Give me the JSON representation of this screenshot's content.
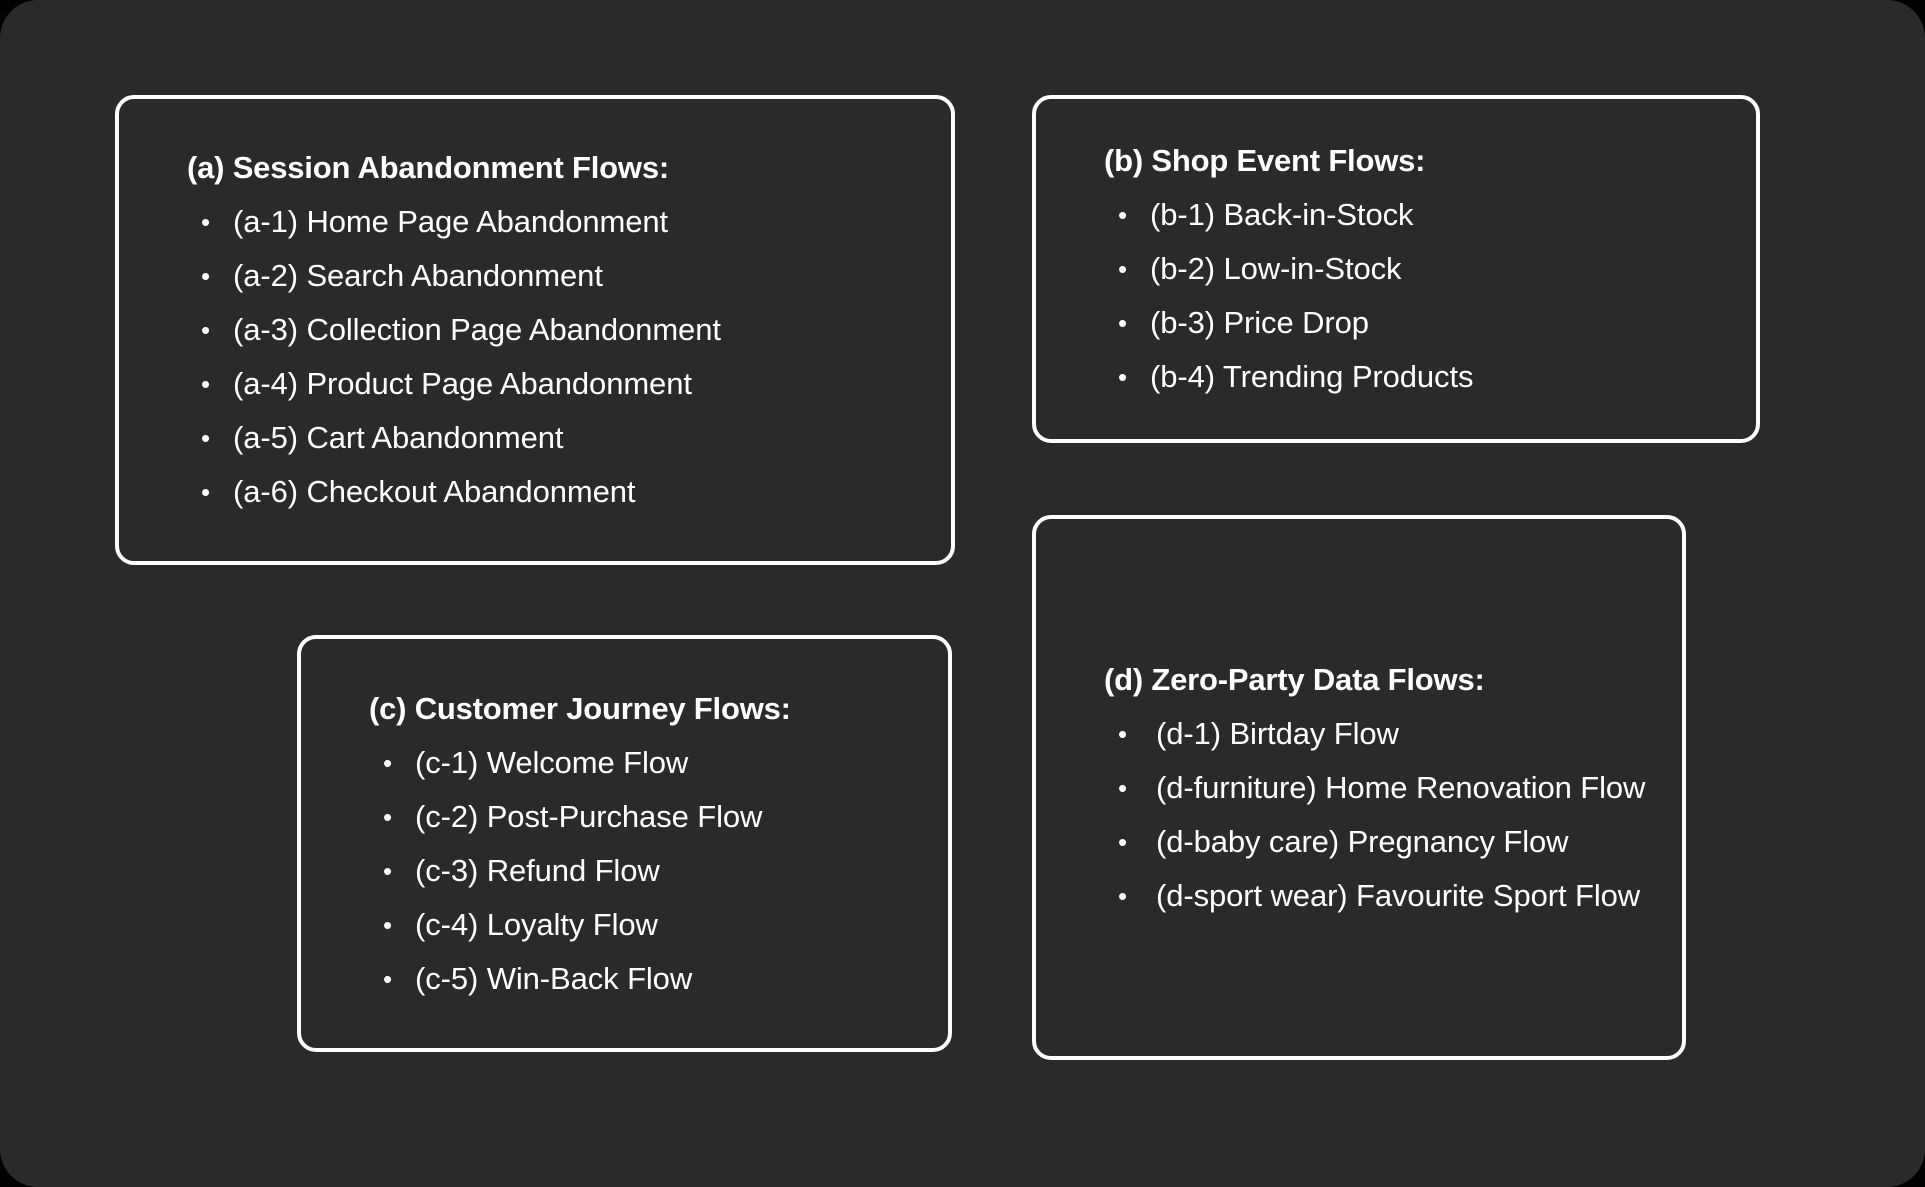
{
  "canvas": {
    "background_color": "#2a2a2a",
    "border_color": "#ffffff",
    "text_color": "#ffffff"
  },
  "panels": [
    {
      "id": "a",
      "title": "(a) Session Abandonment Flows:",
      "items": [
        "(a-1) Home Page Abandonment",
        "(a-2) Search Abandonment",
        "(a-3) Collection Page Abandonment",
        "(a-4) Product Page Abandonment",
        "(a-5) Cart Abandonment",
        "(a-6) Checkout Abandonment"
      ]
    },
    {
      "id": "b",
      "title": "(b) Shop Event Flows:",
      "items": [
        "(b-1) Back-in-Stock",
        "(b-2) Low-in-Stock",
        "(b-3) Price Drop",
        "(b-4) Trending Products"
      ]
    },
    {
      "id": "c",
      "title": "(c) Customer Journey Flows:",
      "items": [
        "(c-1) Welcome Flow",
        "(c-2) Post-Purchase Flow",
        "(c-3) Refund Flow",
        "(c-4) Loyalty Flow",
        "(c-5) Win-Back Flow"
      ]
    },
    {
      "id": "d",
      "title": "(d) Zero-Party Data Flows:",
      "items": [
        "(d-1) Birtday Flow",
        "(d-furniture) Home Renovation Flow",
        "(d-baby care) Pregnancy Flow",
        "(d-sport wear) Favourite Sport Flow"
      ]
    }
  ],
  "bullet_glyph": "•"
}
